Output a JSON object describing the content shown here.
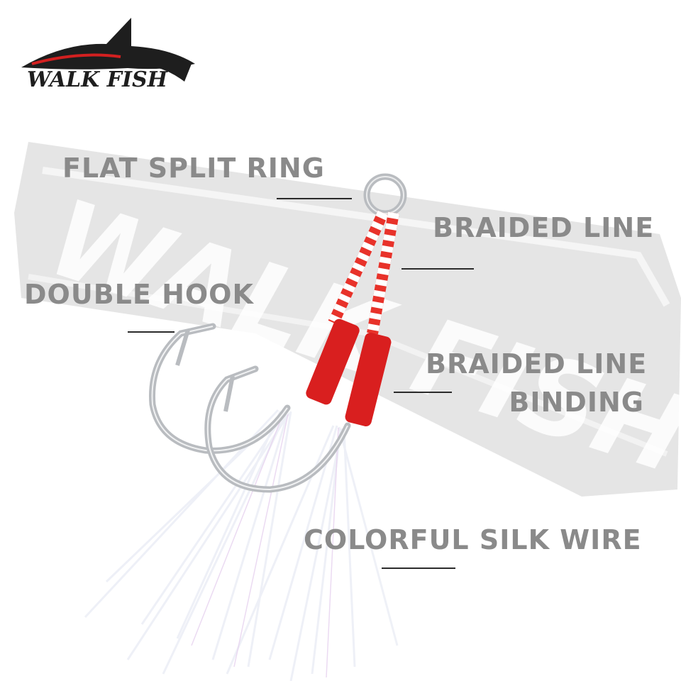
{
  "brand": {
    "logo_text": "WALK FISH",
    "watermark_text": "WALK FISH"
  },
  "colors": {
    "label_gray": "#8a8a8a",
    "leader_line": "#2b2b2b",
    "braid_red": "#e8322a",
    "binding_red": "#d91f1f",
    "hook_steel": "#b9bcc0",
    "watermark_gray": "#d6d6d6"
  },
  "labels": {
    "flat_split_ring": "FLAT SPLIT RING",
    "braided_line": "BRAIDED LINE",
    "double_hook": "DOUBLE HOOK",
    "braided_line_binding_1": "BRAIDED LINE",
    "braided_line_binding_2": "BINDING",
    "colorful_silk_wire": "COLORFUL SILK WIRE"
  },
  "icons": [
    "shark-logo-icon",
    "fishing-hook-icon"
  ]
}
